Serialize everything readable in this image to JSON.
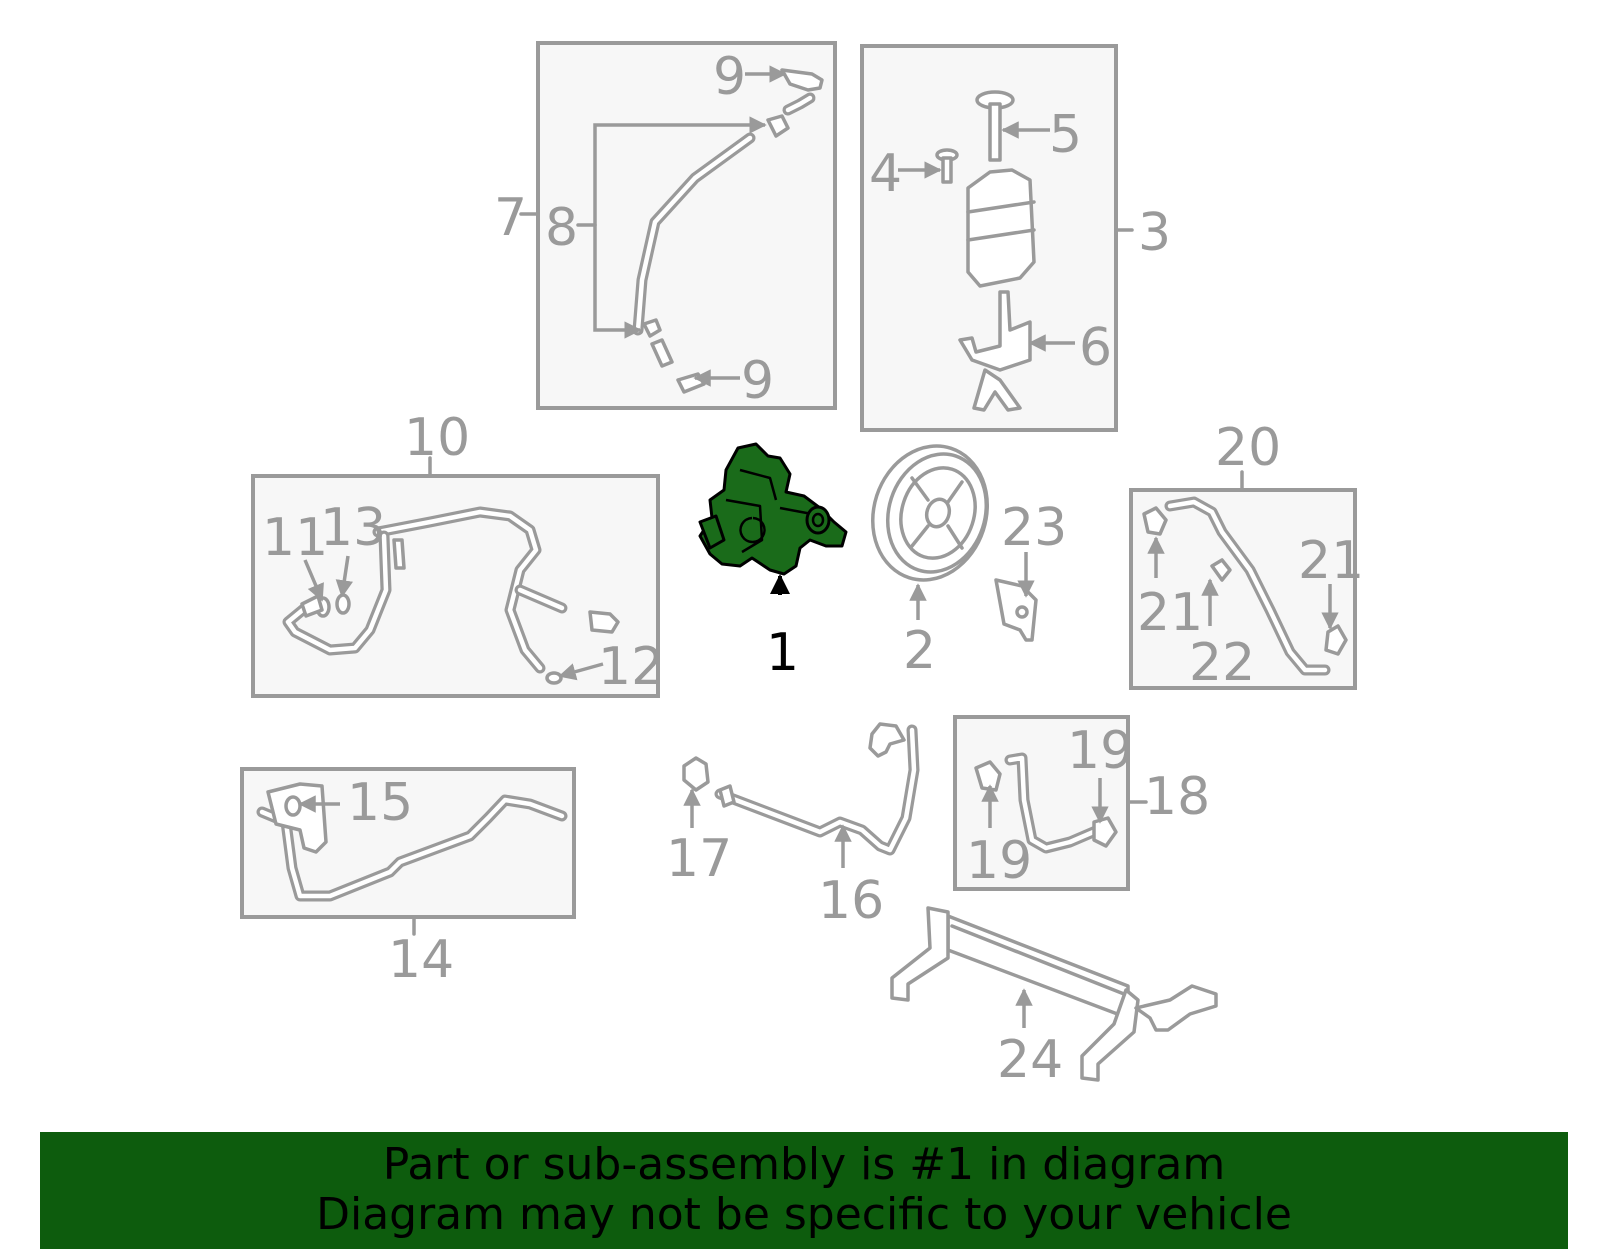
{
  "callouts": {
    "c1": "1",
    "c2": "2",
    "c3": "3",
    "c4": "4",
    "c5": "5",
    "c6": "6",
    "c7": "7",
    "c8": "8",
    "c9a": "9",
    "c9b": "9",
    "c10": "10",
    "c11": "11",
    "c12": "12",
    "c13": "13",
    "c14": "14",
    "c15": "15",
    "c16": "16",
    "c17": "17",
    "c18": "18",
    "c19a": "19",
    "c19b": "19",
    "c20": "20",
    "c21a": "21",
    "c21b": "21",
    "c22": "22",
    "c23": "23",
    "c24": "24"
  },
  "highlight": {
    "part_number": "1",
    "color": "#1a6b1a"
  },
  "banner": {
    "line1": "Part or sub-assembly is #1 in diagram",
    "line2": "Diagram may not be specific to your vehicle",
    "background": "#0d5c0d"
  },
  "colors": {
    "outline": "#9a9a9a",
    "box_fill": "#f7f7f7"
  }
}
